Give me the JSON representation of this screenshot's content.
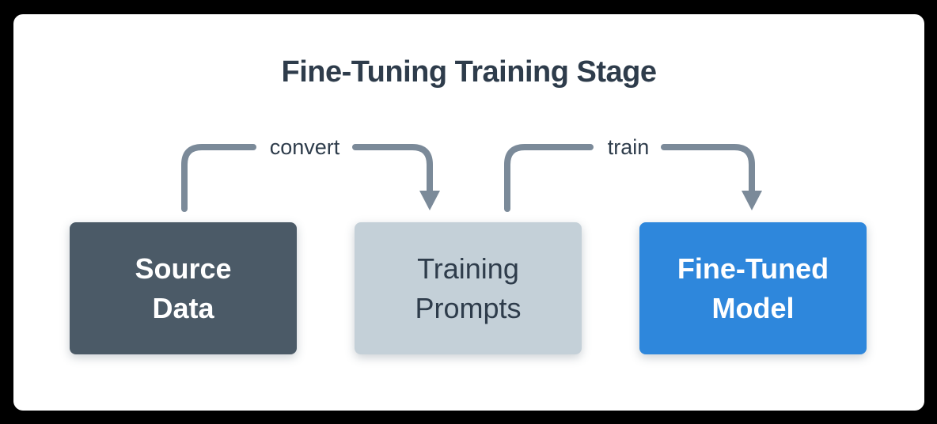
{
  "title": "Fine-Tuning Training Stage",
  "diagram": {
    "nodes": [
      {
        "id": "source-data",
        "lines": [
          "Source",
          "Data"
        ],
        "fill": "#4b5a67",
        "text_color": "#ffffff"
      },
      {
        "id": "training-prompts",
        "lines": [
          "Training",
          "Prompts"
        ],
        "fill": "#c4d0d8",
        "text_color": "#2e3c4b"
      },
      {
        "id": "fine-tuned-model",
        "lines": [
          "Fine-Tuned",
          "Model"
        ],
        "fill": "#2e87dc",
        "text_color": "#ffffff"
      }
    ],
    "edges": [
      {
        "label": "convert",
        "from": "source-data",
        "to": "training-prompts"
      },
      {
        "label": "train",
        "from": "training-prompts",
        "to": "fine-tuned-model"
      }
    ],
    "colors": {
      "arrow": "#7b8a99",
      "edge_label_text": "#2e3c4b",
      "title_text": "#2e3c4b",
      "card_background": "#ffffff",
      "page_background": "#000000"
    }
  }
}
